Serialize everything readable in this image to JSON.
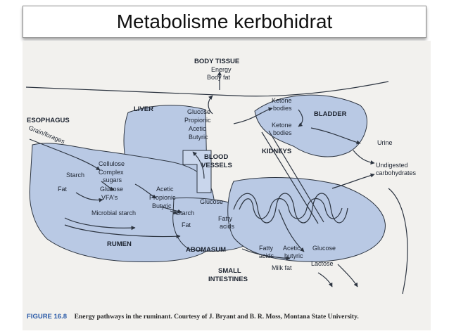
{
  "slide": {
    "title": "Metabolisme kerbohidrat"
  },
  "figure": {
    "label": "FIGURE 16.8",
    "caption": "Energy pathways in the ruminant. Courtesy of J. Bryant and B. R. Moss, Montana State University."
  },
  "organs": {
    "body_tissue": "BODY TISSUE",
    "liver": "LIVER",
    "esophagus": "ESOPHAGUS",
    "bladder": "BLADDER",
    "kidneys": "KIDNEYS",
    "blood_vessels_1": "BLOOD",
    "blood_vessels_2": "VESSELS",
    "rumen": "RUMEN",
    "abomasum": "ABOMASUM",
    "small_intestines_1": "SMALL",
    "small_intestines_2": "INTESTINES"
  },
  "labels": {
    "energy": "Energy",
    "body_fat": "Body fat",
    "grain_forages": "Grain/forages",
    "liver_glucose": "Glucose",
    "liver_propionic": "Propionic",
    "liver_acetic": "Acetic",
    "liver_butyric": "Butyric",
    "ketone1_a": "Ketone",
    "ketone1_b": "bodies",
    "ketone2_a": "Ketone",
    "ketone2_b": "bodies",
    "urine": "Urine",
    "undigested_a": "Undigested",
    "undigested_b": "carbohydrates",
    "cellulose": "Cellulose",
    "starch": "Starch",
    "complex": "Complex",
    "sugars": "sugars",
    "fat": "Fat",
    "rumen_glucose": "Glucose",
    "vfas": "VFA's",
    "rumen_acetic": "Acetic",
    "rumen_propionic": "Propionic",
    "rumen_butyric": "Butyric",
    "abom_glucose": "Glucose",
    "microbial_starch": "Microbial starch",
    "abom_starch": "Starch",
    "abom_fat": "Fat",
    "fatty_acids_a": "Fatty",
    "fatty_acids_b": "acids",
    "si_fatty_a": "Fatty",
    "si_fatty_b": "acids",
    "si_acetic": "Acetic",
    "si_butyric": "butyric",
    "si_glucose": "Glucose",
    "milk_fat": "Milk fat",
    "lactose": "Lactose"
  },
  "colors": {
    "organ_fill": "#b9c9e4",
    "vessel_fill": "#c9d6ec",
    "line": "#2c3440",
    "caption_label": "#2a5aa8"
  }
}
